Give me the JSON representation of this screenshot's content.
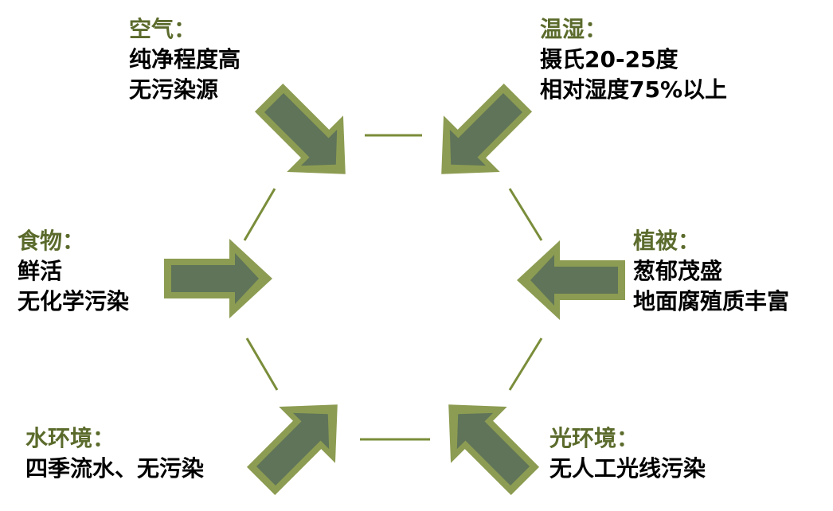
{
  "colors": {
    "arrow_outer": "#8c9c52",
    "arrow_inner": "#5f7459",
    "line": "#7a8d3a",
    "title": "#5b6b2c"
  },
  "factors": [
    {
      "id": "air",
      "title": "空气：",
      "lines": [
        "纯净程度高",
        "无污染源"
      ]
    },
    {
      "id": "humidity",
      "title": "温湿：",
      "lines": [
        "摄氏20-25度",
        "相对湿度75%以上"
      ]
    },
    {
      "id": "food",
      "title": "食物：",
      "lines": [
        "鲜活",
        "无化学污染"
      ]
    },
    {
      "id": "vegetation",
      "title": "植被：",
      "lines": [
        "葱郁茂盛",
        "地面腐殖质丰富"
      ]
    },
    {
      "id": "water",
      "title": "水环境：",
      "lines": [
        "四季流水、无污染"
      ]
    },
    {
      "id": "light",
      "title": "光环境：",
      "lines": [
        "无人工光线污染"
      ]
    }
  ]
}
